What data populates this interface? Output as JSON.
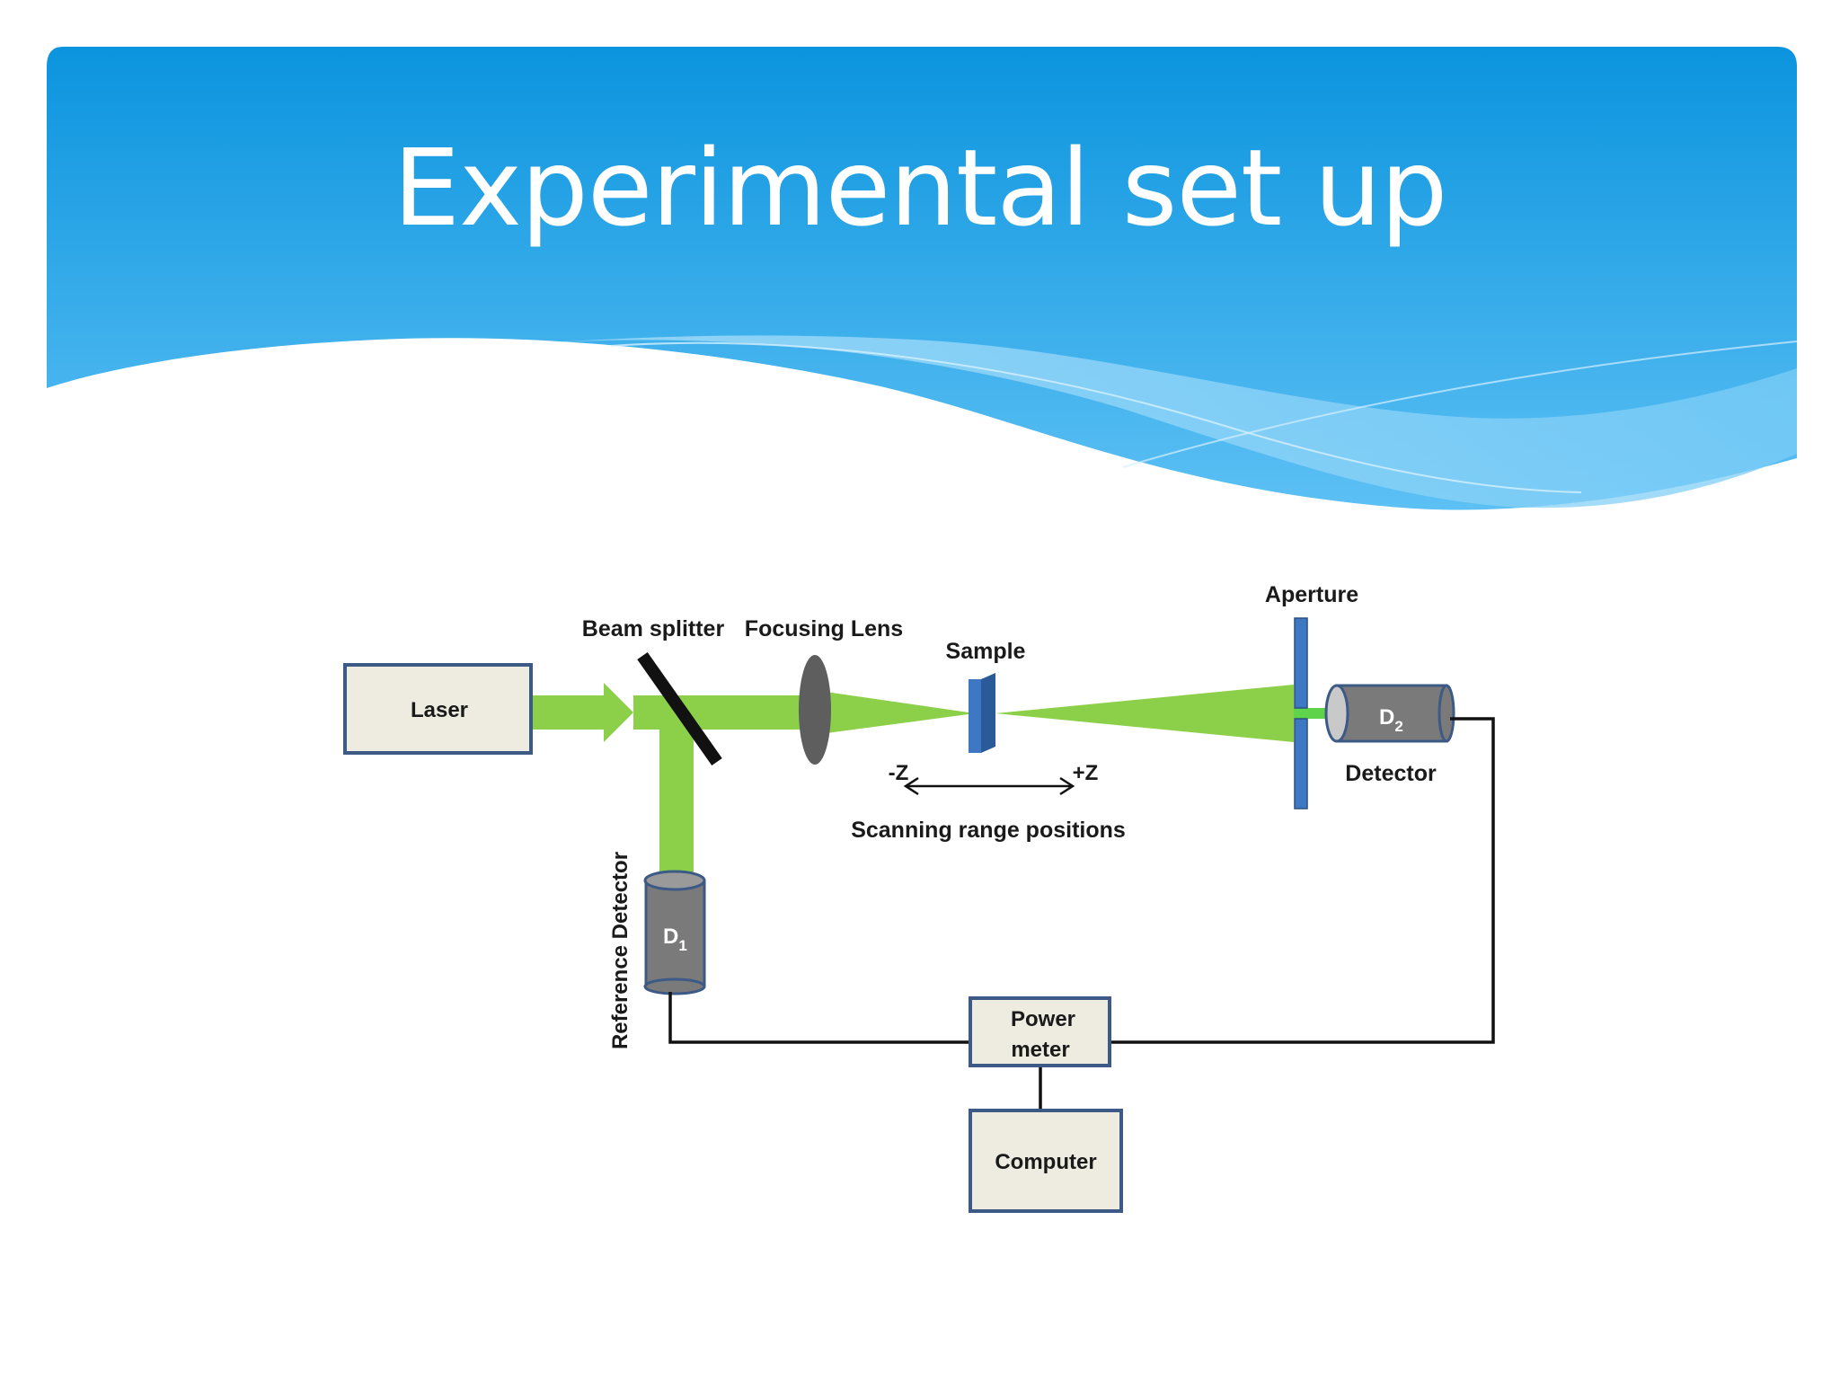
{
  "slide": {
    "title": "Experimental set up"
  },
  "diagram": {
    "components": {
      "laser": "Laser",
      "beam_splitter": "Beam splitter",
      "focusing_lens": "Focusing Lens",
      "sample": "Sample",
      "aperture": "Aperture",
      "detector": "Detector",
      "reference_detector": "Reference Detector",
      "power_meter_line1": "Power",
      "power_meter_line2": "meter",
      "computer": "Computer"
    },
    "detector_d1": {
      "base": "D",
      "subscript": "1"
    },
    "detector_d2": {
      "base": "D",
      "subscript": "2"
    },
    "scan": {
      "minus_label": "-Z",
      "plus_label": "+Z",
      "caption": "Scanning range positions"
    },
    "colors": {
      "beam": "#8cd04a",
      "header_blue": "#0f98e0",
      "box_fill": "#eeece1",
      "box_stroke": "#3d5a86",
      "detector_body": "#7a7a7a",
      "aperture_sample": "#3f78c2"
    }
  }
}
